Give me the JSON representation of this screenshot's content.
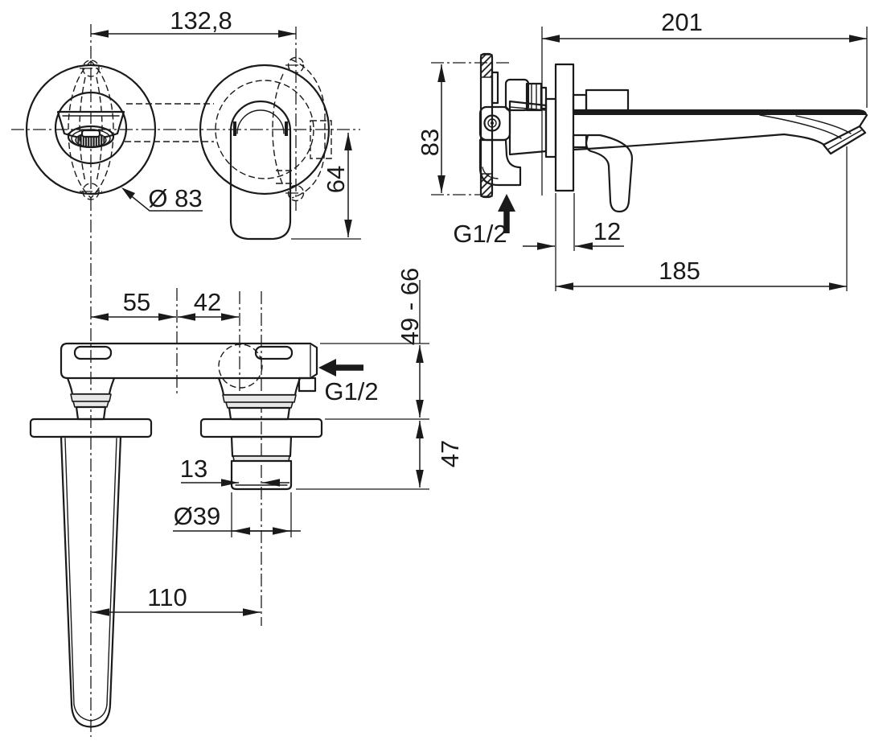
{
  "colors": {
    "background": "#ffffff",
    "line": "#1a1a1a"
  },
  "views": {
    "front": {
      "dims": {
        "centers_spacing": "132,8",
        "escutcheon_diameter": "Ø 83",
        "handle_height": "64"
      }
    },
    "side": {
      "dims": {
        "total_depth": "201",
        "escutcheon_height": "83",
        "inlet_thread": "G1/2",
        "plate_thickness": "12",
        "spout_projection": "185"
      }
    },
    "plan": {
      "dims": {
        "spout_offset": "55",
        "cartridge_offset": "42",
        "install_depth_range": "49 - 66",
        "inlet_thread": "G1/2",
        "behind_wall_depth": "47",
        "axis_offset": "13",
        "spigot_diameter": "Ø39",
        "axes_spacing": "110"
      }
    }
  }
}
